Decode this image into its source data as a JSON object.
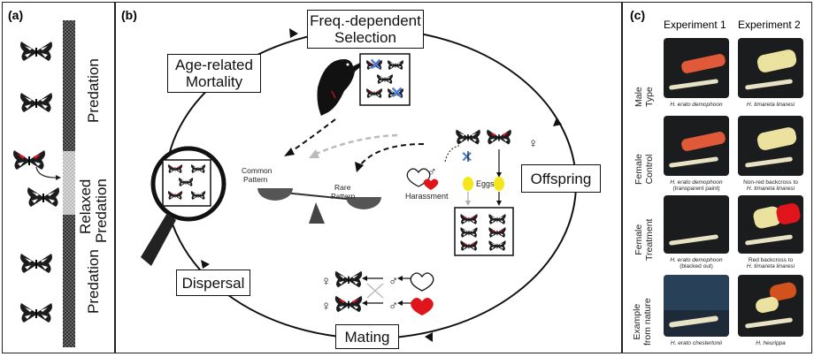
{
  "panel_a": {
    "label": "(a)",
    "top_text": "Predation",
    "middle_text_line1": "Relaxed",
    "middle_text_line2": "Predation",
    "bottom_text": "Predation"
  },
  "panel_b": {
    "label": "(b)",
    "freq_line1": "Freq.-dependent",
    "freq_line2": "Selection",
    "age_line1": "Age-related",
    "age_line2": "Mortality",
    "offspring": "Offspring",
    "mating": "Mating",
    "dispersal": "Dispersal",
    "common_line1": "Common",
    "common_line2": "Pattern",
    "rare_line1": "Rare",
    "rare_line2": "Pattern",
    "eggs": "Eggs",
    "harassment": "Harassment"
  },
  "panel_c": {
    "label": "(c)",
    "col1": "Experiment 1",
    "col2": "Experiment 2",
    "rows": [
      {
        "l1": "Male",
        "l2": "Type",
        "cap1": "H. erato demophoon",
        "cap1b": "",
        "cap2": "H. timareta linaresi",
        "cap2b": ""
      },
      {
        "l1": "Female",
        "l2": "Control",
        "cap1": "H. erato demophoon",
        "cap1b": "(transparent paint)",
        "cap2": "Non-red backcross to",
        "cap2b": "H. timareta linaresi"
      },
      {
        "l1": "Female",
        "l2": "Treatment",
        "cap1": "H. erato demophoon",
        "cap1b": "(blacked out)",
        "cap2": "Red backcross to",
        "cap2b": "H. timareta linaresi"
      },
      {
        "l1": "Example",
        "l2": "from nature",
        "cap1": "H. erato chestertonii",
        "cap1b": "",
        "cap2": "H. heurippa",
        "cap2b": ""
      }
    ]
  },
  "colors": {
    "accent_red": "#e0141b",
    "egg_yellow": "#f5e61a",
    "cross_blue": "#4a7fd8",
    "wing_dark": "#1b1c1e"
  }
}
